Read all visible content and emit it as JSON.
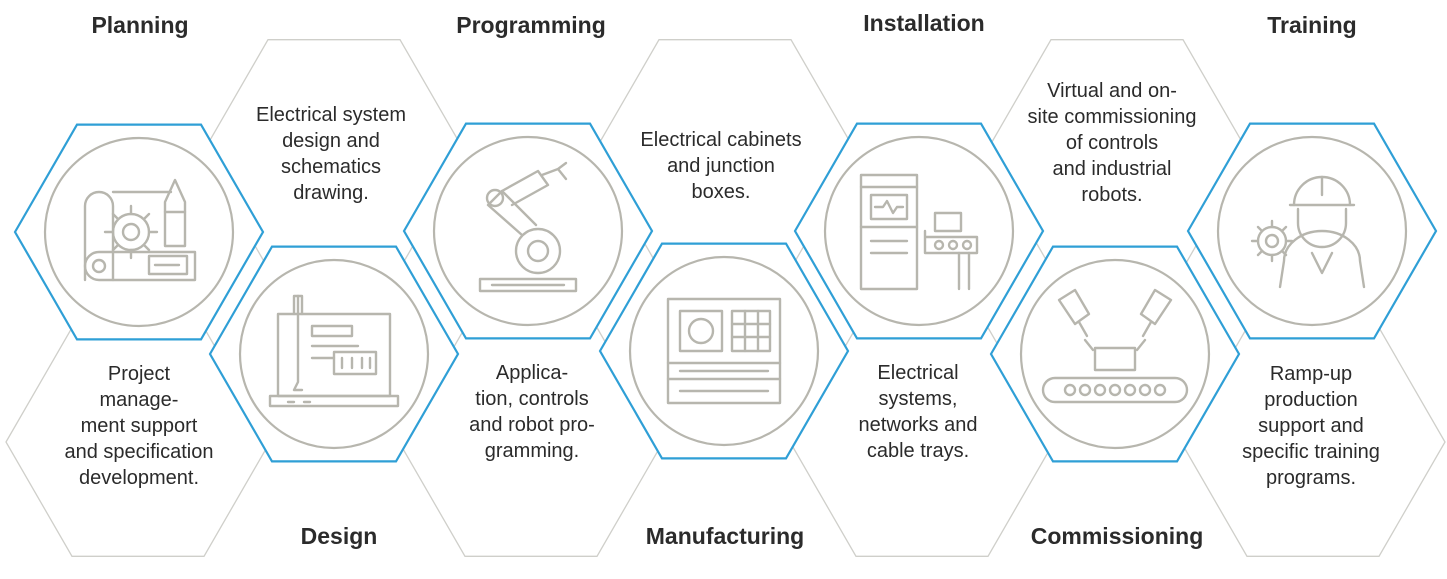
{
  "colors": {
    "accent_blue": "#2f9fd6",
    "hex_outline": "#cfcfca",
    "icon_gray": "#b7b6ae",
    "text": "#2b2b2b"
  },
  "stages": [
    {
      "title": "Planning",
      "icon": "blueprint-gear-pencil-icon",
      "description_lines": [
        "Project",
        "manage-",
        "ment support",
        "and specification",
        "development."
      ]
    },
    {
      "title": "Design",
      "icon": "drafting-board-icon",
      "description_lines": [
        "Electrical system",
        "design and",
        "schematics",
        "drawing."
      ]
    },
    {
      "title": "Programming",
      "icon": "robot-arm-icon",
      "description_lines": [
        "Applica-",
        "tion, controls",
        "and robot pro-",
        "gramming."
      ]
    },
    {
      "title": "Manufacturing",
      "icon": "control-cabinet-icon",
      "description_lines": [
        "Electrical cabinets",
        "and junction",
        "boxes."
      ]
    },
    {
      "title": "Installation",
      "icon": "control-terminal-conveyor-icon",
      "description_lines": [
        "Electrical",
        "systems,",
        "networks and",
        "cable trays."
      ]
    },
    {
      "title": "Commissioning",
      "icon": "robots-conveyor-icon",
      "description_lines": [
        "Virtual and on-",
        "site commissioning",
        "of controls",
        "and industrial",
        "robots."
      ]
    },
    {
      "title": "Training",
      "icon": "engineer-gear-icon",
      "description_lines": [
        "Ramp-up",
        "production",
        "support and",
        "specific training",
        "programs."
      ]
    }
  ]
}
